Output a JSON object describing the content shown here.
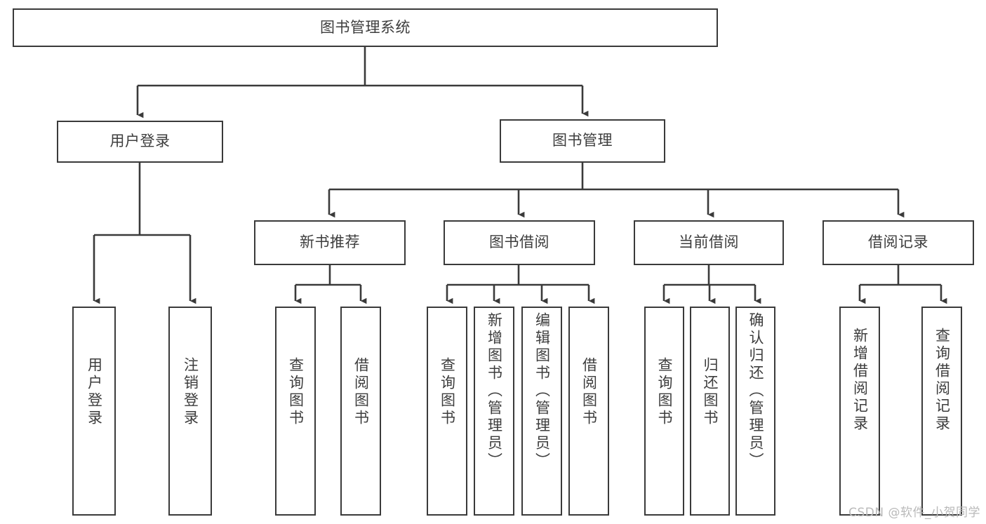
{
  "diagram": {
    "title_node": {
      "label": "图书管理系统"
    },
    "level2": [
      {
        "id": "user-login",
        "label": "用户登录"
      },
      {
        "id": "book-manage",
        "label": "图书管理"
      }
    ],
    "level3": [
      {
        "id": "new-book-recommend",
        "label": "新书推荐"
      },
      {
        "id": "book-borrow",
        "label": "图书借阅"
      },
      {
        "id": "current-borrow",
        "label": "当前借阅"
      },
      {
        "id": "borrow-record",
        "label": "借阅记录"
      }
    ],
    "leaves": {
      "user_login": [
        {
          "id": "leaf-user-login",
          "label": "用户登录"
        },
        {
          "id": "leaf-logout-login",
          "label": "注销登录"
        }
      ],
      "new_book_recommend": [
        {
          "id": "leaf-query-book-1",
          "label": "查询图书"
        },
        {
          "id": "leaf-borrow-book-1",
          "label": "借阅图书"
        }
      ],
      "book_borrow": [
        {
          "id": "leaf-query-book-2",
          "label": "查询图书"
        },
        {
          "id": "leaf-add-book",
          "label": "新增图书（管理员）"
        },
        {
          "id": "leaf-edit-book",
          "label": "编辑图书（管理员）"
        },
        {
          "id": "leaf-borrow-book-2",
          "label": "借阅图书"
        }
      ],
      "current_borrow": [
        {
          "id": "leaf-query-book-3",
          "label": "查询图书"
        },
        {
          "id": "leaf-return-book",
          "label": "归还图书"
        },
        {
          "id": "leaf-confirm-return",
          "label": "确认归还（管理员）"
        }
      ],
      "borrow_record": [
        {
          "id": "leaf-add-record",
          "label": "新增借阅记录"
        },
        {
          "id": "leaf-query-record",
          "label": "查询借阅记录"
        }
      ]
    },
    "watermark": "CSDN @软件_小贺同学",
    "colors": {
      "stroke": "#3a3a3a",
      "text": "#3d3d3d",
      "background": "#ffffff",
      "watermark": "#b9b9b9"
    }
  }
}
